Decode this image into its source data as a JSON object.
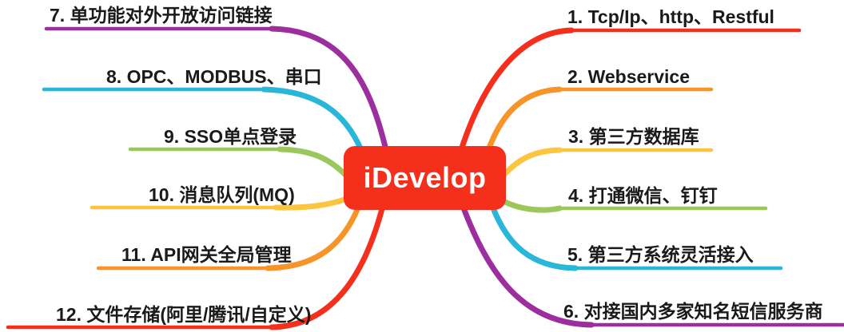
{
  "center": {
    "label": "iDevelop",
    "bg_color": "#F4301D",
    "text_color": "#FFFFFF"
  },
  "branches": [
    {
      "id": "1",
      "side": "right",
      "label": "1. Tcp/Ip、http、Restful",
      "color": "#F4301D"
    },
    {
      "id": "2",
      "side": "right",
      "label": "2. Webservice",
      "color": "#F79428"
    },
    {
      "id": "3",
      "side": "right",
      "label": "3. 第三方数据库",
      "color": "#FDC53F"
    },
    {
      "id": "4",
      "side": "right",
      "label": "4. 打通微信、钉钉",
      "color": "#9BC75B"
    },
    {
      "id": "5",
      "side": "right",
      "label": "5. 第三方系统灵活接入",
      "color": "#29B6D9"
    },
    {
      "id": "6",
      "side": "right",
      "label": "6. 对接国内多家知名短信服务商",
      "color": "#9C2E9E"
    },
    {
      "id": "7",
      "side": "left",
      "label": "7. 单功能对外开放访问链接",
      "color": "#9C2E9E"
    },
    {
      "id": "8",
      "side": "left",
      "label": "8. OPC、MODBUS、串口",
      "color": "#29B6D9"
    },
    {
      "id": "9",
      "side": "left",
      "label": "9. SSO单点登录",
      "color": "#9BC75B"
    },
    {
      "id": "10",
      "side": "left",
      "label": "10. 消息队列(MQ)",
      "color": "#FDC53F"
    },
    {
      "id": "11",
      "side": "left",
      "label": "11. API网关全局管理",
      "color": "#F79428"
    },
    {
      "id": "12",
      "side": "left",
      "label": "12. 文件存储(阿里/腾讯/自定义)",
      "color": "#F4301D"
    }
  ]
}
